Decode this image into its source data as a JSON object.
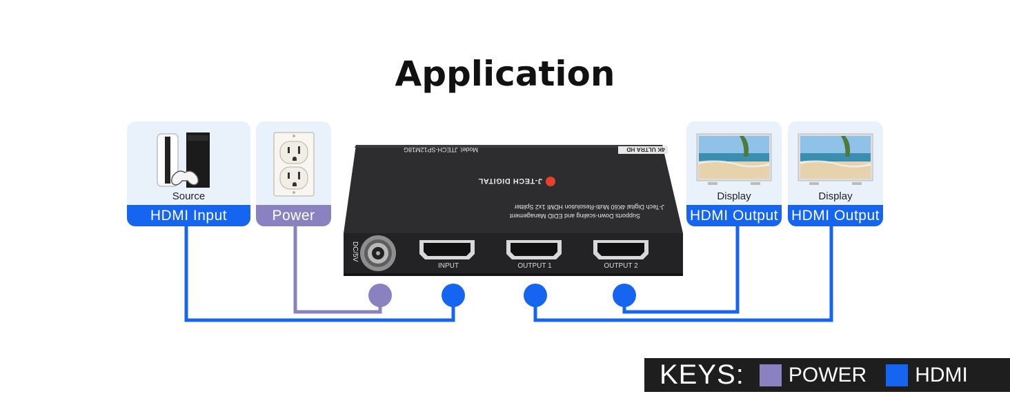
{
  "title": "Application",
  "cards": {
    "source": {
      "sub": "Source",
      "label": "HDMI Input"
    },
    "power": {
      "label": "Power"
    },
    "display1": {
      "sub": "Display",
      "label": "HDMI Output"
    },
    "display2": {
      "sub": "Display",
      "label": "HDMI Output"
    }
  },
  "device": {
    "model": "Model: JTECH-SP12M18G",
    "badge": "4K ULTRA HD",
    "brand": "J-TECH DIGITAL",
    "description_line1": "J-Tech Digital 4K60 Multi-Resolution HDMI 1x2 Splitter",
    "description_line2": "Supports Down-scaling and EDID Management",
    "dc_label": "DC/5V",
    "ports": [
      "INPUT",
      "OUTPUT 1",
      "OUTPUT 2"
    ]
  },
  "keys": {
    "title": "KEYS:",
    "items": [
      {
        "label": "POWER",
        "color": "#8a82c0"
      },
      {
        "label": "HDMI",
        "color": "#1565f0"
      }
    ]
  },
  "colors": {
    "hdmi": "#1565f0",
    "power": "#8a82c0",
    "card_bg": "#e9f1fb"
  }
}
